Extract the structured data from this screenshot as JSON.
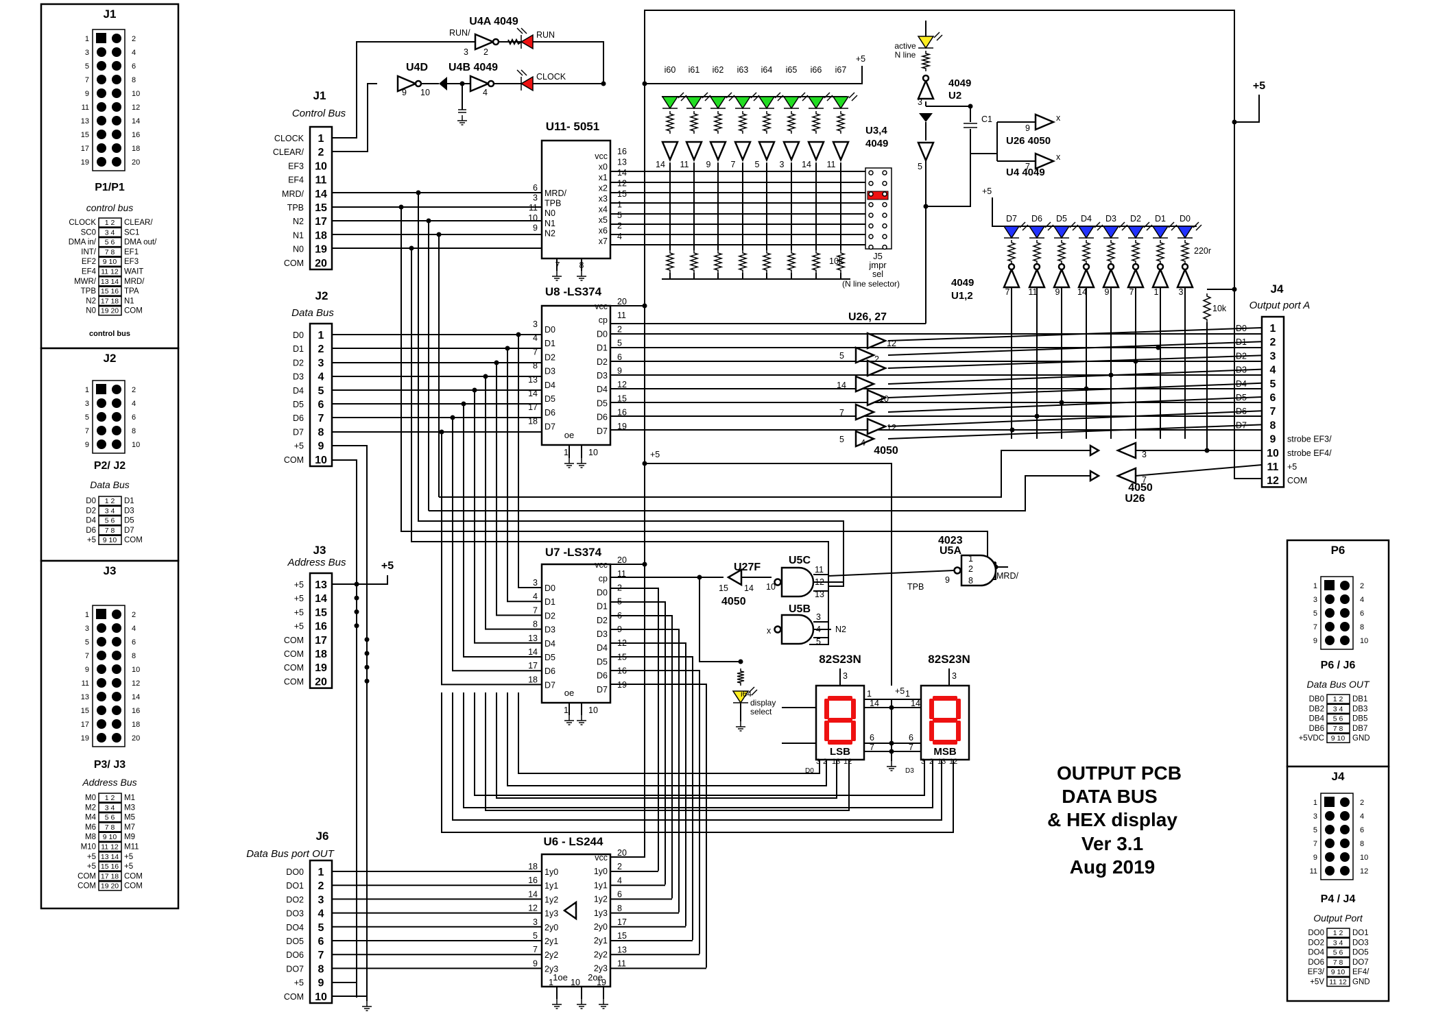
{
  "title": {
    "line1": "OUTPUT PCB",
    "line2": "DATA BUS",
    "line3": "& HEX display",
    "line4": "Ver 3.1",
    "line5": "Aug 2019"
  },
  "headers": {
    "j1": {
      "label": "J1",
      "name": "Control Bus",
      "pins": [
        "1",
        "2",
        "10",
        "11",
        "14",
        "15",
        "17",
        "18",
        "19",
        "20"
      ],
      "signals": [
        "CLOCK",
        "CLEAR/",
        "EF3",
        "EF4",
        "MRD/",
        "TPB",
        "N2",
        "N1",
        "N0",
        "COM"
      ]
    },
    "j2": {
      "label": "J2",
      "name": "Data Bus",
      "pins": [
        "1",
        "2",
        "3",
        "4",
        "5",
        "6",
        "7",
        "8",
        "9",
        "10"
      ],
      "signals": [
        "D0",
        "D1",
        "D2",
        "D3",
        "D4",
        "D5",
        "D6",
        "D7",
        "+5",
        "COM"
      ]
    },
    "j3": {
      "label": "J3",
      "name": "Address Bus",
      "pins": [
        "13",
        "14",
        "15",
        "16",
        "17",
        "18",
        "19",
        "20"
      ],
      "signals": [
        "+5",
        "+5",
        "+5",
        "+5",
        "COM",
        "COM",
        "COM",
        "COM"
      ]
    },
    "j6": {
      "label": "J6",
      "name": "Data Bus port OUT",
      "pins": [
        "1",
        "2",
        "3",
        "4",
        "5",
        "6",
        "7",
        "8",
        "9",
        "10"
      ],
      "signals": [
        "DO0",
        "DO1",
        "DO2",
        "DO3",
        "DO4",
        "DO5",
        "DO6",
        "DO7",
        "+5",
        "COM"
      ]
    },
    "j4": {
      "label": "J4",
      "name": "Output port A",
      "pins": [
        "1",
        "2",
        "3",
        "4",
        "5",
        "6",
        "7",
        "8",
        "9",
        "10",
        "11",
        "12"
      ],
      "signals": [
        "D0",
        "D1",
        "D2",
        "D3",
        "D4",
        "D5",
        "D6",
        "D7",
        "strobe EF3/",
        "strobe EF4/",
        "+5",
        "COM"
      ]
    }
  },
  "chips": {
    "u11": {
      "label": "U11- 5051",
      "left": [
        "MRD/",
        "TPB",
        "N0",
        "N1",
        "N2"
      ],
      "left_pins": [
        "6",
        "3",
        "11",
        "10",
        "9"
      ],
      "right": [
        "vcc",
        "x0",
        "x1",
        "x2",
        "x3",
        "x4",
        "x5",
        "x6",
        "x7"
      ],
      "right_pins": [
        "16",
        "13",
        "14",
        "12",
        "15",
        "1",
        "5",
        "2",
        "4"
      ],
      "bottom": [
        "7",
        "8"
      ]
    },
    "u8": {
      "label": "U8 -LS374",
      "left": [
        "D0",
        "D1",
        "D2",
        "D3",
        "D4",
        "D5",
        "D6",
        "D7"
      ],
      "left_pins": [
        "3",
        "4",
        "7",
        "8",
        "13",
        "14",
        "17",
        "18"
      ],
      "right": [
        "vcc",
        "cp",
        "D0",
        "D1",
        "D2",
        "D3",
        "D4",
        "D5",
        "D6",
        "D7"
      ],
      "right_pins": [
        "20",
        "11",
        "2",
        "5",
        "6",
        "9",
        "12",
        "15",
        "16",
        "19"
      ],
      "bottom": [
        "oe",
        "1",
        "10"
      ]
    },
    "u7": {
      "label": "U7 -LS374",
      "left": [
        "D0",
        "D1",
        "D2",
        "D3",
        "D4",
        "D5",
        "D6",
        "D7"
      ],
      "left_pins": [
        "3",
        "4",
        "7",
        "8",
        "13",
        "14",
        "17",
        "18"
      ],
      "right": [
        "vcc",
        "cp",
        "D0",
        "D1",
        "D2",
        "D3",
        "D4",
        "D5",
        "D6",
        "D7"
      ],
      "right_pins": [
        "20",
        "11",
        "2",
        "5",
        "6",
        "9",
        "12",
        "15",
        "16",
        "19"
      ],
      "bottom": [
        "oe",
        "1",
        "10"
      ]
    },
    "u6": {
      "label": "U6 - LS244",
      "left": [
        "1y0",
        "1y1",
        "1y2",
        "1y3",
        "2y0",
        "2y1",
        "2y2",
        "2y3"
      ],
      "left_pins": [
        "18",
        "16",
        "14",
        "12",
        "3",
        "5",
        "7",
        "9"
      ],
      "right": [
        "vcc",
        "1y0",
        "1y1",
        "1y2",
        "1y3",
        "2y0",
        "2y1",
        "2y2",
        "2y3"
      ],
      "right_pins": [
        "20",
        "2",
        "4",
        "6",
        "8",
        "17",
        "15",
        "13",
        "11"
      ],
      "bottom": [
        "1oe",
        "2oe",
        "1",
        "10",
        "19"
      ]
    }
  },
  "gates": {
    "u4a": "U4A  4049",
    "u4b": "U4B  4049",
    "u4d": "U4D",
    "u34": "U3,4",
    "u34b": "4049",
    "u2": "4049",
    "u2b": "U2",
    "u26": "U26 4050",
    "u4": "U4  4049",
    "u12a": "4049",
    "u12b": "U1,2",
    "u2627": "U26, 27",
    "v4050": "4050",
    "u27f": "U27F",
    "u27fb": "4050",
    "u5c": "U5C",
    "u5b": "U5B",
    "u5a": "4023",
    "u5ab": "U5A",
    "u26b": "4050",
    "u26c": "U26"
  },
  "leds": {
    "run": "RUN",
    "clock": "CLOCK",
    "active": "active",
    "nline": "N line",
    "i_labels": [
      "i60",
      "i61",
      "i62",
      "i63",
      "i64",
      "i65",
      "i66",
      "i67"
    ],
    "d_labels": [
      "D7",
      "D6",
      "D5",
      "D4",
      "D3",
      "D2",
      "D1",
      "D0"
    ],
    "i64": "i64",
    "display": "display",
    "select": "select",
    "r220": "220r",
    "r10k": "10k",
    "c1": "C1"
  },
  "misc": {
    "run_in": "RUN/",
    "plus5": "+5",
    "j5": "J5",
    "jmpr": "jmpr",
    "sel": "sel",
    "nsel": "(N line selector)",
    "mrd": "MRD/",
    "tpb": "TPB",
    "n2": "N2",
    "x": "x",
    "disp1": "82S23N",
    "disp2": "82S23N",
    "lsb": "LSB",
    "msb": "MSB",
    "d0": "D0",
    "d3": "D3"
  },
  "pinouts": {
    "p1": {
      "label": "J1",
      "conn": "P1/P1",
      "sub": "control bus",
      "footer": "control bus",
      "rows": [
        [
          "CLOCK",
          "1 2",
          "CLEAR/"
        ],
        [
          "SC0",
          "3 4",
          "SC1"
        ],
        [
          "DMA in/",
          "5 6",
          "DMA out/"
        ],
        [
          "INT/",
          "7 8",
          "EF1"
        ],
        [
          "EF2",
          "9 10",
          "EF3"
        ],
        [
          "EF4",
          "11 12",
          "WAIT"
        ],
        [
          "MWR/",
          "13 14",
          "MRD/"
        ],
        [
          "TPB",
          "15 16",
          "TPA"
        ],
        [
          "N2",
          "17 18",
          "N1"
        ],
        [
          "N0",
          "19 20",
          "COM"
        ]
      ]
    },
    "p2": {
      "label": "J2",
      "conn": "P2/ J2",
      "sub": "Data Bus",
      "rows": [
        [
          "D0",
          "1 2",
          "D1"
        ],
        [
          "D2",
          "3 4",
          "D3"
        ],
        [
          "D4",
          "5 6",
          "D5"
        ],
        [
          "D6",
          "7 8",
          "D7"
        ],
        [
          "+5",
          "9 10",
          "COM"
        ]
      ]
    },
    "p3": {
      "label": "J3",
      "conn": "P3/ J3",
      "sub": "Address Bus",
      "rows": [
        [
          "M0",
          "1 2",
          "M1"
        ],
        [
          "M2",
          "3 4",
          "M3"
        ],
        [
          "M4",
          "5 6",
          "M5"
        ],
        [
          "M6",
          "7 8",
          "M7"
        ],
        [
          "M8",
          "9 10",
          "M9"
        ],
        [
          "M10",
          "11 12",
          "M11"
        ],
        [
          "+5",
          "13 14",
          "+5"
        ],
        [
          "+5",
          "15 16",
          "+5"
        ],
        [
          "COM",
          "17 18",
          "COM"
        ],
        [
          "COM",
          "19 20",
          "COM"
        ]
      ]
    },
    "p6": {
      "label": "P6",
      "conn": "P6 / J6",
      "sub": "Data Bus OUT",
      "rows": [
        [
          "DB0",
          "1 2",
          "DB1"
        ],
        [
          "DB2",
          "3 4",
          "DB3"
        ],
        [
          "DB4",
          "5 6",
          "DB5"
        ],
        [
          "DB6",
          "7 8",
          "DB7"
        ],
        [
          "+5VDC",
          "9 10",
          "GND"
        ]
      ]
    },
    "p4": {
      "label": "J4",
      "conn": "P4 / J4",
      "sub": "Output Port",
      "rows": [
        [
          "DO0",
          "1 2",
          "DO1"
        ],
        [
          "DO2",
          "3 4",
          "DO3"
        ],
        [
          "DO4",
          "5 6",
          "DO5"
        ],
        [
          "DO6",
          "7 8",
          "DO7"
        ],
        [
          "EF3/",
          "9 10",
          "EF4/"
        ],
        [
          "+5V",
          "11 12",
          "GND"
        ]
      ]
    }
  },
  "colors": {
    "green_led": "#22dd22",
    "blue_led": "#2233ff",
    "red_led": "#ee1111",
    "yellow_led": "#ffee22",
    "seg_red": "#ee1111"
  }
}
